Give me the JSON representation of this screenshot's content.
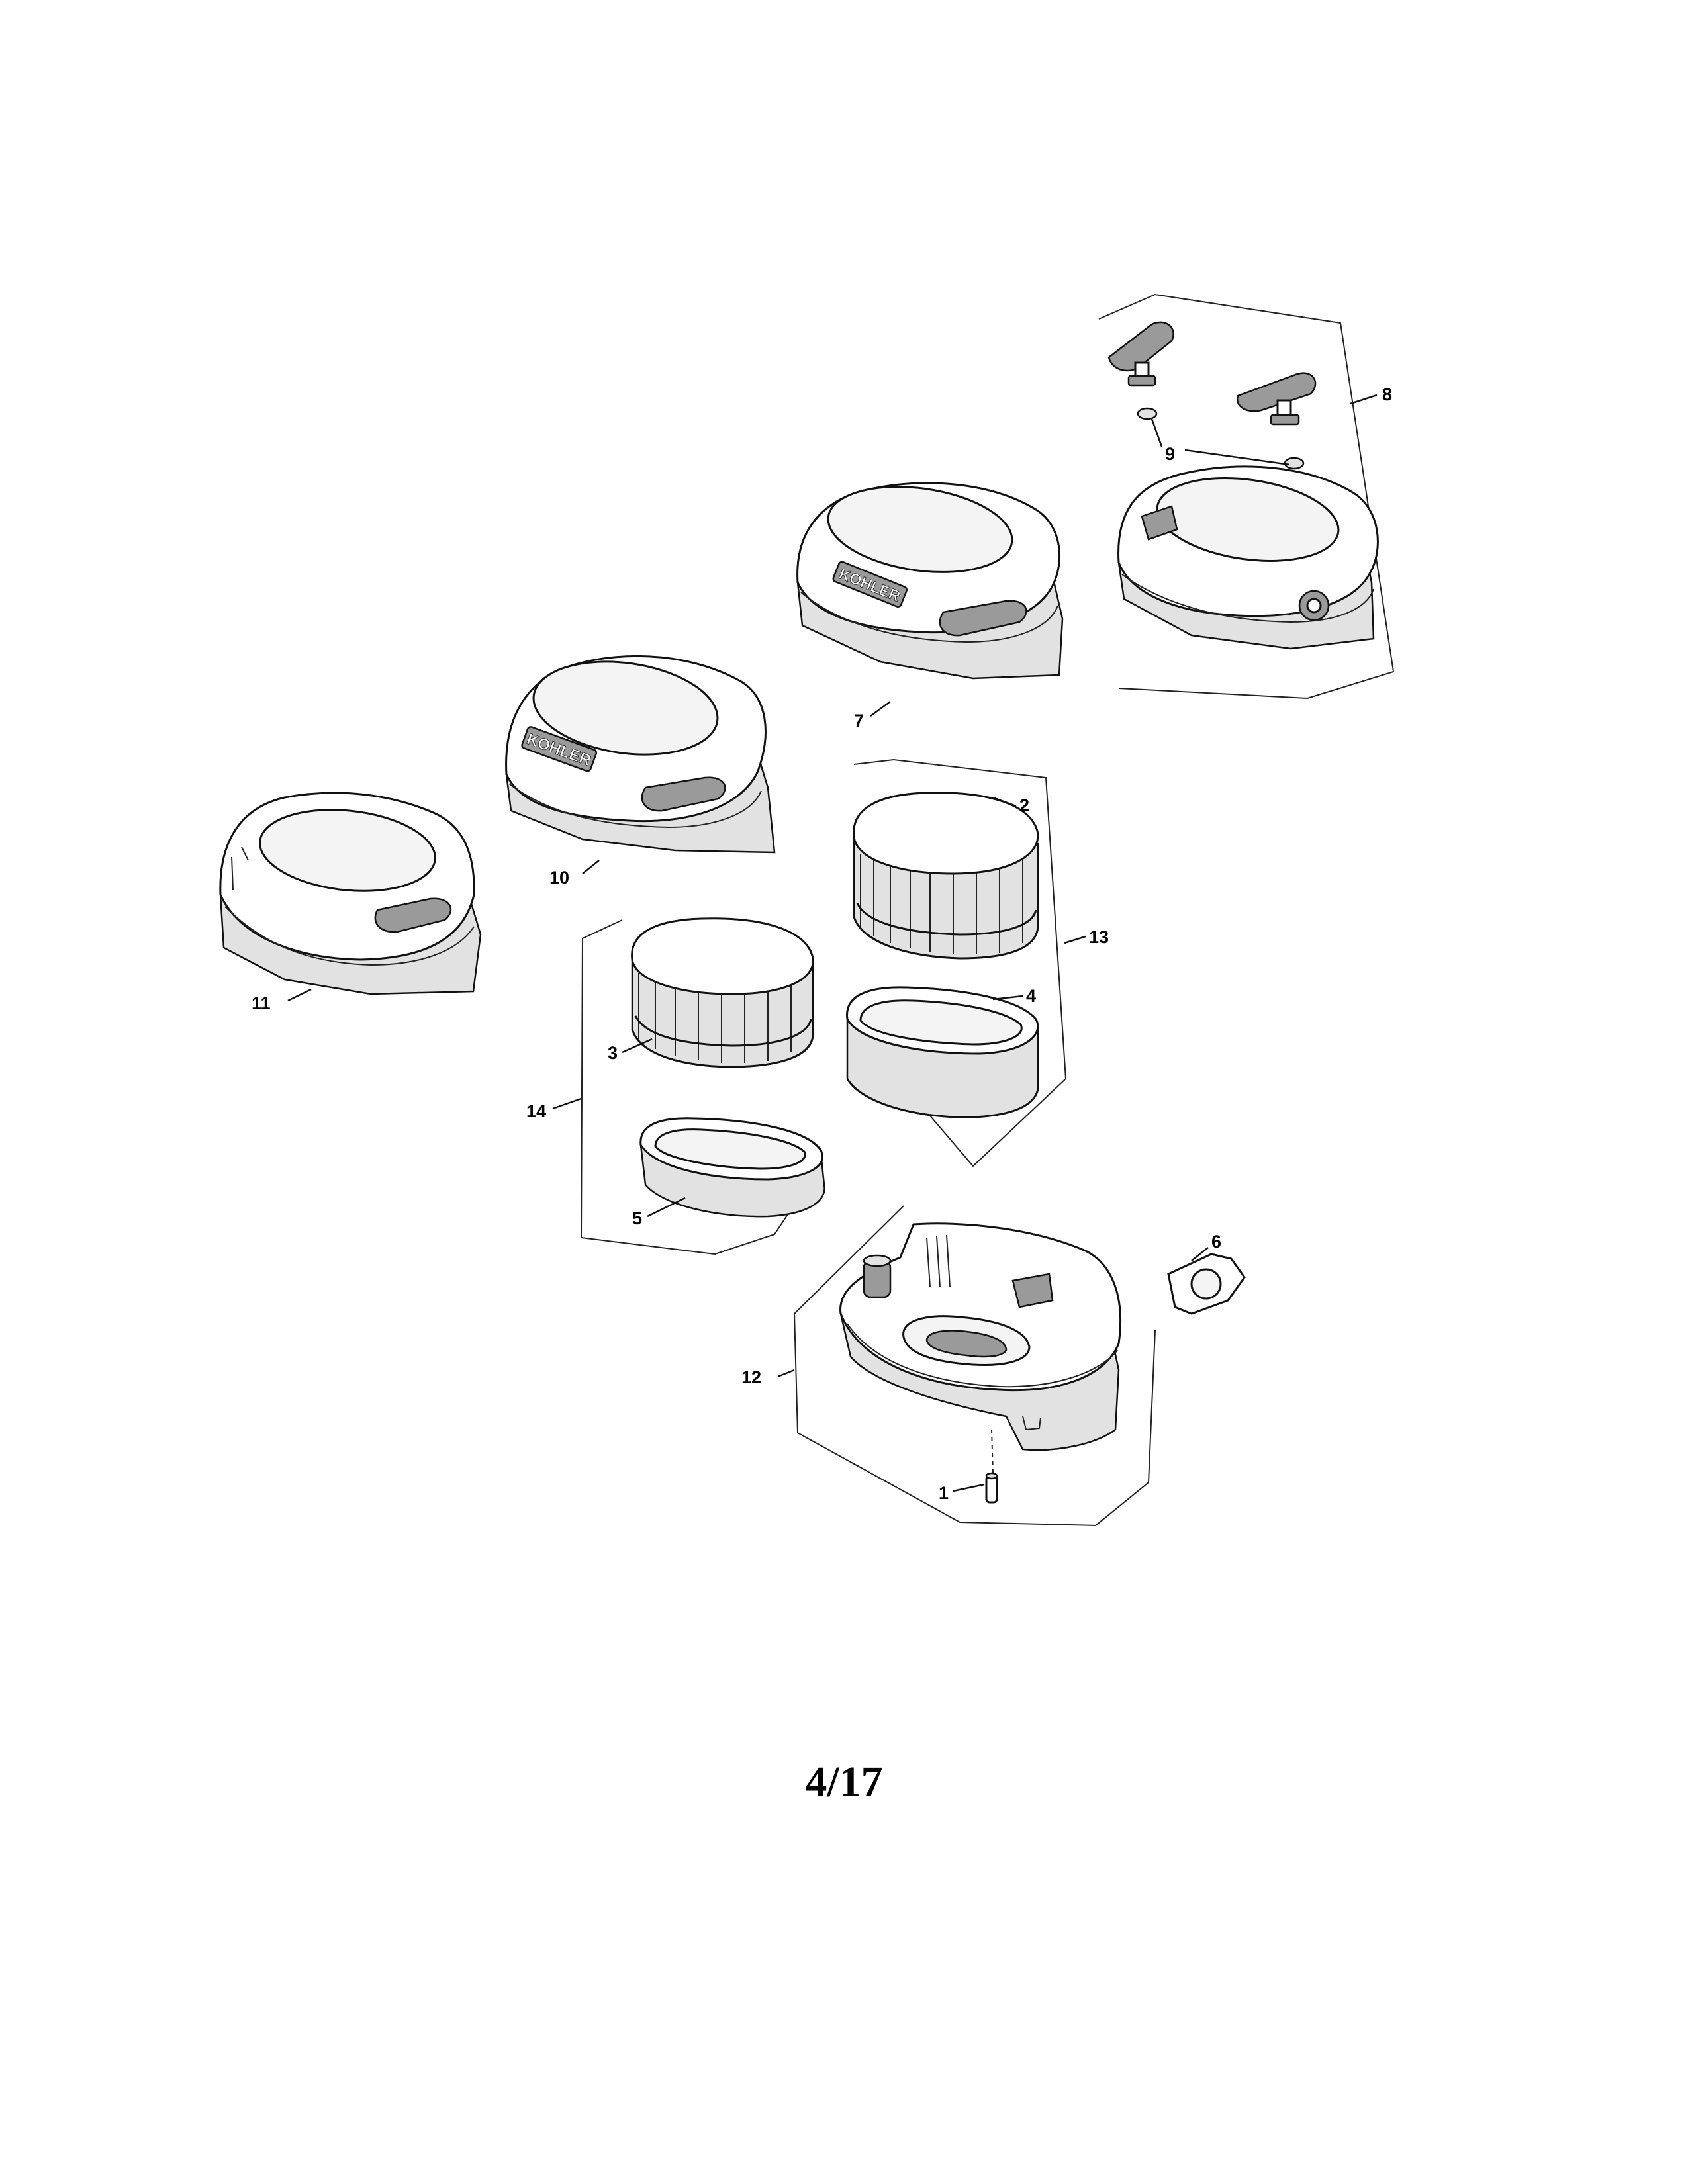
{
  "callouts": {
    "c1": "1",
    "c2": "2",
    "c3": "3",
    "c4": "4",
    "c5": "5",
    "c6": "6",
    "c7": "7",
    "c8": "8",
    "c9": "9",
    "c10": "10",
    "c11": "11",
    "c12": "12",
    "c13": "13",
    "c14": "14"
  },
  "logos": {
    "cover7": "KOHLER",
    "cover10": "KOHLER"
  },
  "page_number": "4/17"
}
